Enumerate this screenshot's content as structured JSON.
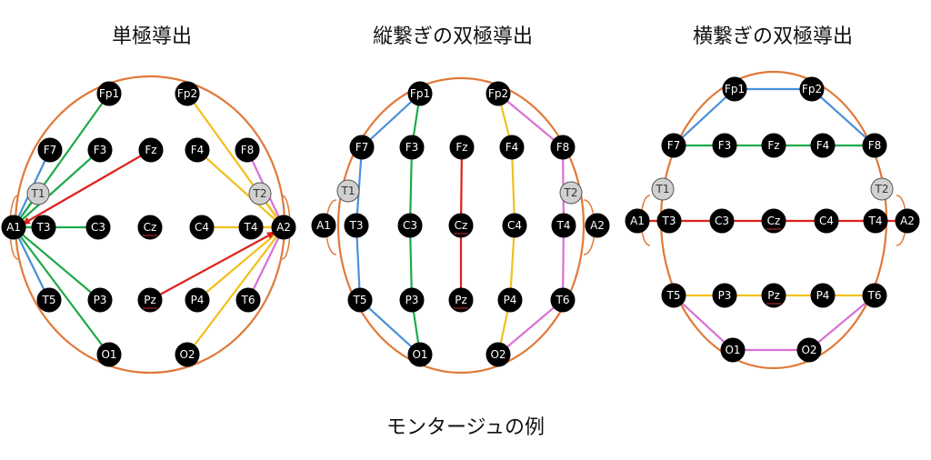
{
  "titles": {
    "monopolar": "単極導出",
    "longitudinal": "縦繋ぎの双極導出",
    "transverse": "横繋ぎの双極導出"
  },
  "caption": "モンタージュの例",
  "colors": {
    "head": "#E07A3A",
    "blue": "#4A90D9",
    "green": "#1FAA4A",
    "red": "#E0201A",
    "yellow": "#F2C01E",
    "pink": "#DA70D6",
    "node": "#000000",
    "node_gray": "#D0D0D0"
  },
  "electrodes": [
    "Fp1",
    "Fp2",
    "F7",
    "F3",
    "Fz",
    "F4",
    "F8",
    "T1",
    "T2",
    "A1",
    "T3",
    "C3",
    "Cz",
    "C4",
    "T4",
    "A2",
    "T5",
    "P3",
    "Pz",
    "P4",
    "T6",
    "O1",
    "O2"
  ]
}
